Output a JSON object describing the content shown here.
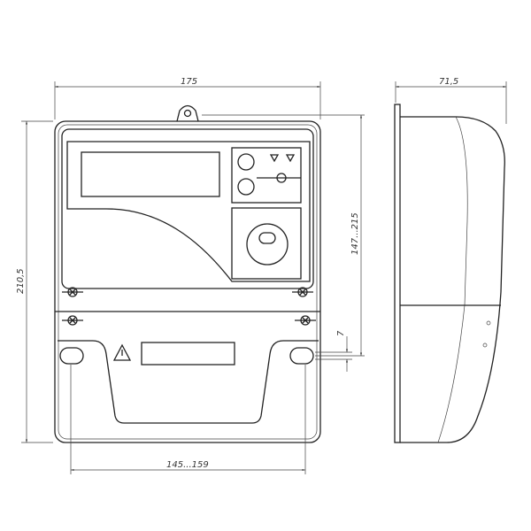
{
  "title": "Electricity meter dimensional drawing",
  "dimensions": {
    "width": "175",
    "depth": "71,5",
    "height": "210,5",
    "mount_height": "147...215",
    "slot": "7",
    "mount_width": "145...159"
  },
  "colors": {
    "line": "#222222",
    "background": "#ffffff"
  }
}
